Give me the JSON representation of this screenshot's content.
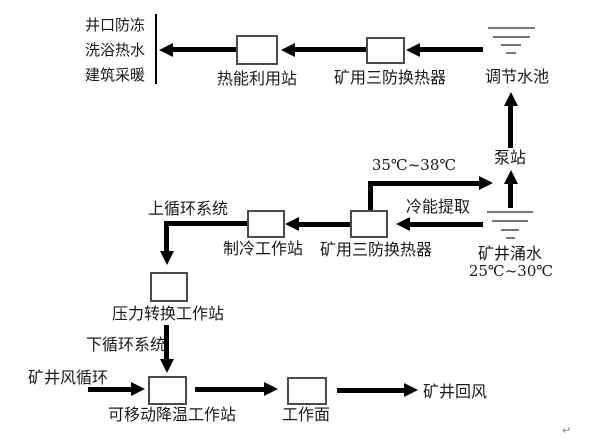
{
  "diagram": {
    "heat_uses": {
      "line1": "井口防冻",
      "line2": "洗浴热水",
      "line3": "建筑采暖"
    },
    "nodes": {
      "thermal_use_station": "热能利用站",
      "mine_heat_exchanger_top": "矿用三防换热器",
      "regulating_pool": "调节水池",
      "pump_station": "泵站",
      "mine_water_inflow": "矿井涌水",
      "mine_water_temp": "25℃~30℃",
      "refrigeration_station": "制冷工作站",
      "mine_heat_exchanger_mid": "矿用三防换热器",
      "pressure_conversion_station": "压力转换工作站",
      "mobile_cooling_station": "可移动降温工作站",
      "working_face": "工作面"
    },
    "flow_labels": {
      "temp_35_38": "35℃~38℃",
      "cold_energy_extraction": "冷能提取",
      "upper_circulation": "上循环系统",
      "lower_circulation": "下循环系统",
      "mine_air_circulation": "矿井风循环",
      "mine_return_air": "矿井回风"
    },
    "misc": {
      "return_mark": "↵"
    },
    "edges": [
      {
        "from": "矿井涌水",
        "to": "泵站"
      },
      {
        "from": "泵站",
        "to": "调节水池"
      },
      {
        "from": "调节水池",
        "to": "矿用三防换热器(上)"
      },
      {
        "from": "矿用三防换热器(上)",
        "to": "热能利用站"
      },
      {
        "from": "热能利用站",
        "to": "井口防冻/洗浴热水/建筑采暖"
      },
      {
        "from": "矿井涌水",
        "to": "矿用三防换热器(中)",
        "label": "冷能提取"
      },
      {
        "from": "矿用三防换热器(中)",
        "to": "泵站管路",
        "label": "35℃~38℃"
      },
      {
        "from": "矿用三防换热器(中)",
        "to": "制冷工作站"
      },
      {
        "from": "制冷工作站",
        "to": "压力转换工作站",
        "label": "上循环系统"
      },
      {
        "from": "压力转换工作站",
        "to": "可移动降温工作站",
        "label": "下循环系统"
      },
      {
        "from": "矿井风循环",
        "to": "可移动降温工作站"
      },
      {
        "from": "可移动降温工作站",
        "to": "工作面"
      },
      {
        "from": "工作面",
        "to": "矿井回风"
      }
    ],
    "colors": {
      "background": "#ffffff",
      "line": "#000000",
      "box_border": "#4a4a4a",
      "water_line": "#767676",
      "text": "#1a1a1a"
    }
  }
}
